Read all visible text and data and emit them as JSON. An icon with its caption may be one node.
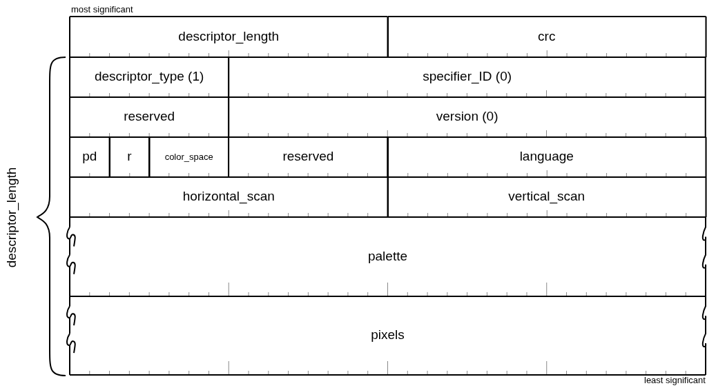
{
  "diagram": {
    "nodes": [
      {
        "text": [
          "descriptor_length"
        ]
      },
      {
        "text": [
          "crc"
        ]
      },
      {
        "text": [
          "descriptor_type (1)"
        ]
      },
      {
        "text": [
          "specifier_ID (0)"
        ]
      },
      {
        "text": [
          "reserved"
        ]
      },
      {
        "text": [
          "version (0)"
        ]
      },
      {
        "text": [
          "pd"
        ]
      },
      {
        "text": [
          "r"
        ]
      },
      {
        "text": [
          "color_space"
        ]
      },
      {
        "text": [
          "reserved"
        ]
      },
      {
        "text": [
          "language"
        ]
      },
      {
        "text": [
          "horizontal_scan"
        ]
      },
      {
        "text": [
          "vertical_scan"
        ]
      },
      {
        "text": [
          "palette"
        ]
      },
      {
        "text": [
          "pixels"
        ]
      }
    ],
    "labels": [
      "most significant",
      "descriptor_length",
      "least significant"
    ]
  }
}
